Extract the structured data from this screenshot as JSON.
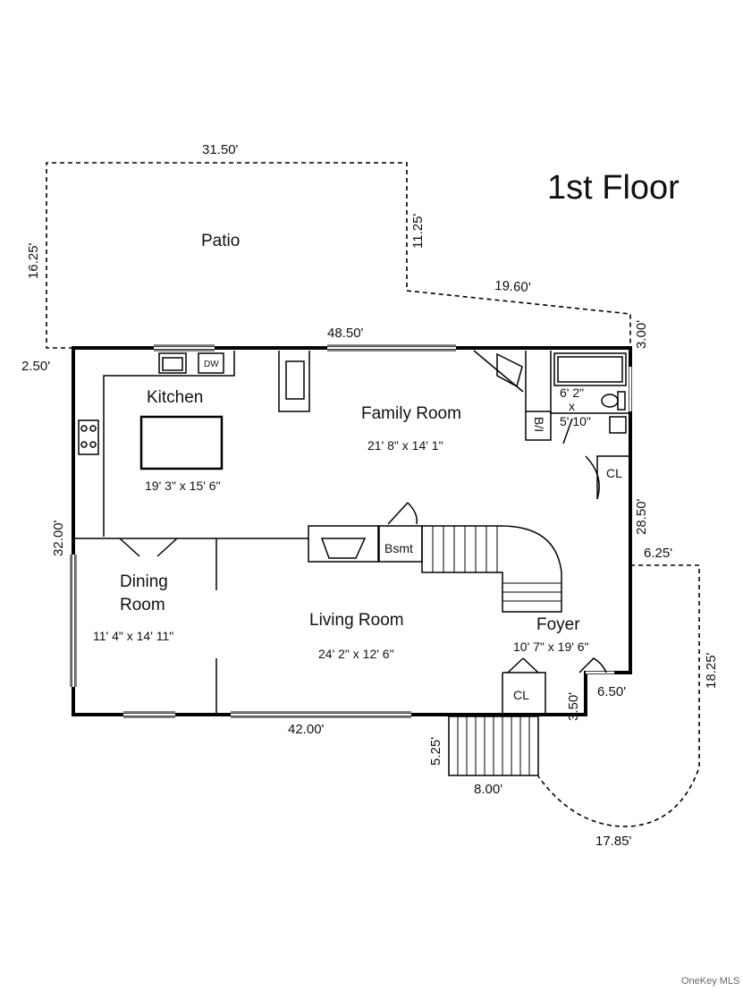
{
  "title": "1st Floor",
  "rooms": {
    "patio": "Patio",
    "kitchen": "Kitchen",
    "kitchen_size": "19' 3\" x 15' 6\"",
    "dishwasher": "DW",
    "family_room": "Family Room",
    "family_room_size": "21' 8\" x 14' 1\"",
    "bath_size_line1": "6' 2\"",
    "bath_size_x": "x",
    "bath_size_line2": "5' 10\"",
    "bi": "B/I",
    "closet_upper": "CL",
    "dining_room_line1": "Dining",
    "dining_room_line2": "Room",
    "dining_room_size": "11' 4\" x 14' 11\"",
    "living_room": "Living Room",
    "living_room_size": "24' 2\" x 12' 6\"",
    "basement": "Bsmt",
    "foyer": "Foyer",
    "foyer_size": "10' 7\" x 19' 6\"",
    "closet_lower": "CL"
  },
  "dimensions": {
    "patio_top": "31.50'",
    "patio_left": "16.25'",
    "patio_right": "11.25'",
    "patio_diag": "19.60'",
    "patio_offset_right": "3.00'",
    "patio_offset_left": "2.50'",
    "house_top": "48.50'",
    "house_left": "32.00'",
    "house_right": "28.50'",
    "house_bottom": "42.00'",
    "porch_notch_w": "6.50'",
    "porch_notch_h": "3.50'",
    "stairs_depth": "5.25'",
    "stairs_width": "8.00'",
    "porch_top": "6.25'",
    "porch_side": "18.25'",
    "porch_arc": "17.85'"
  },
  "credit": "OneKey MLS"
}
